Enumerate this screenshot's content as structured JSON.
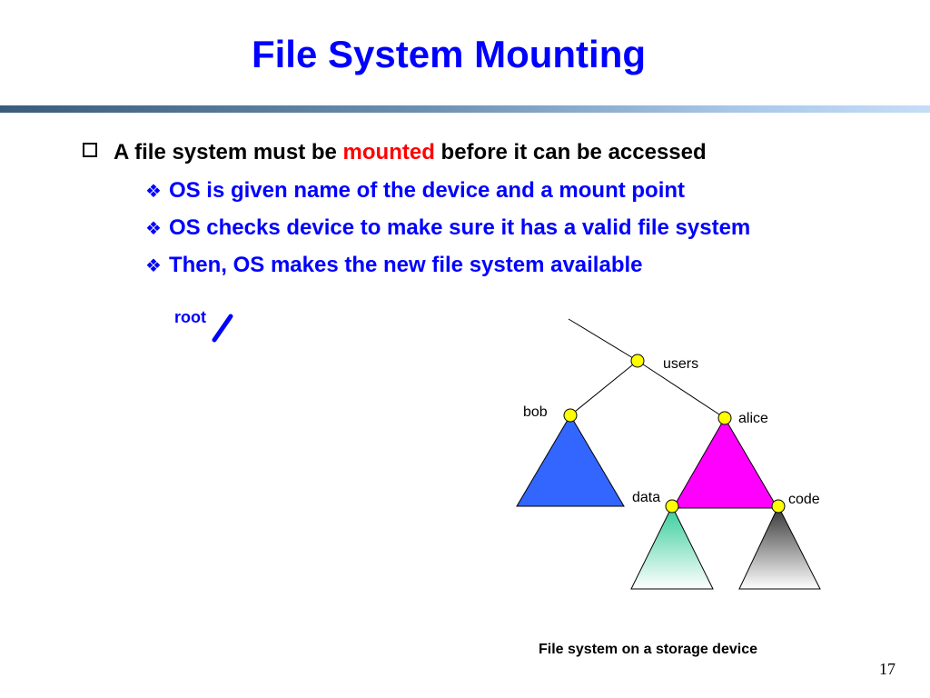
{
  "slide": {
    "title": "File System Mounting",
    "page_number": "17"
  },
  "bullets": {
    "main": {
      "before": "A file system must be ",
      "highlight": "mounted",
      "after": " before it can be accessed"
    },
    "subs": [
      "OS is given name of the device and a mount point",
      "OS checks device to make sure it has a valid file system",
      "Then, OS makes the new file system available"
    ]
  },
  "diagram": {
    "root_label": "root",
    "nodes": {
      "users": "users",
      "bob": "bob",
      "alice": "alice",
      "data": "data",
      "code": "code"
    },
    "caption": "File system on a storage device",
    "colors": {
      "bob_tree": "#3366ff",
      "alice_tree": "#ff00ff",
      "data_tree": "#33cc99",
      "code_tree": "#333333",
      "node": "#ffff00",
      "root_slash": "#0000ff"
    }
  }
}
